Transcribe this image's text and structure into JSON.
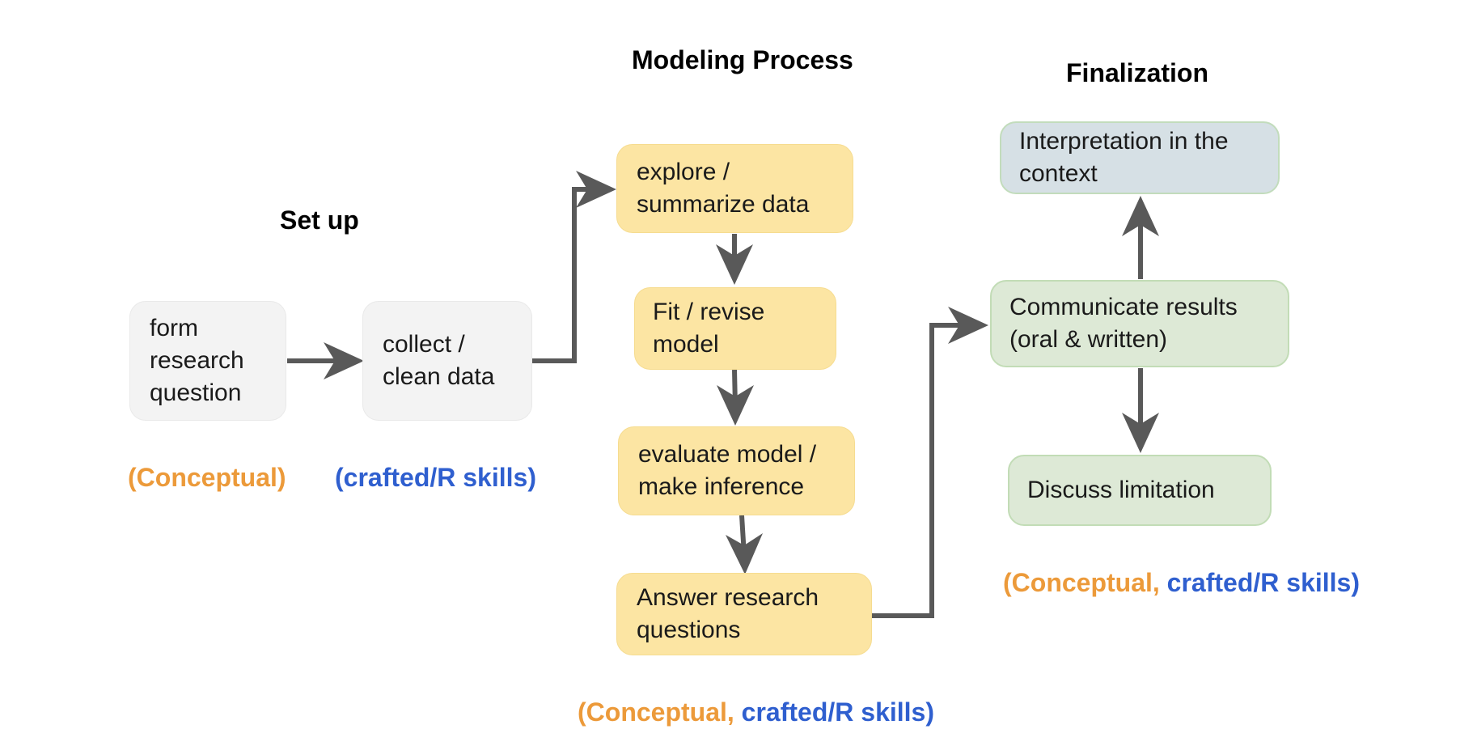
{
  "headings": {
    "setup": "Set up",
    "modeling": "Modeling Process",
    "finalization": "Finalization"
  },
  "boxes": {
    "form_research_question": [
      "form",
      "research",
      "question"
    ],
    "collect_clean": [
      "collect /",
      "clean data"
    ],
    "explore": [
      "explore /",
      "summarize data"
    ],
    "fit": [
      "Fit / revise",
      "model"
    ],
    "evaluate": [
      "evaluate model /",
      "make inference"
    ],
    "answer": [
      "Answer research",
      "questions"
    ],
    "interpretation": [
      "Interpretation in the",
      "context"
    ],
    "communicate": [
      "Communicate results",
      "(oral & written)"
    ],
    "limitation": [
      "Discuss limitation"
    ]
  },
  "skills": {
    "setup_conceptual": "(Conceptual)",
    "setup_crafted": "(crafted/R skills)",
    "modeling_conceptual": "(Conceptual, ",
    "modeling_crafted": "crafted/R skills)",
    "final_conceptual": "(Conceptual, ",
    "final_crafted": "crafted/R skills)"
  },
  "colors": {
    "conceptual": "#ec9a3a",
    "crafted": "#2f5fcf",
    "arrow": "#595959",
    "gray_box": "#f3f3f3",
    "yellow_box": "#fce5a3",
    "blue_box": "#d6e0e5",
    "green_box": "#dde9d6"
  }
}
